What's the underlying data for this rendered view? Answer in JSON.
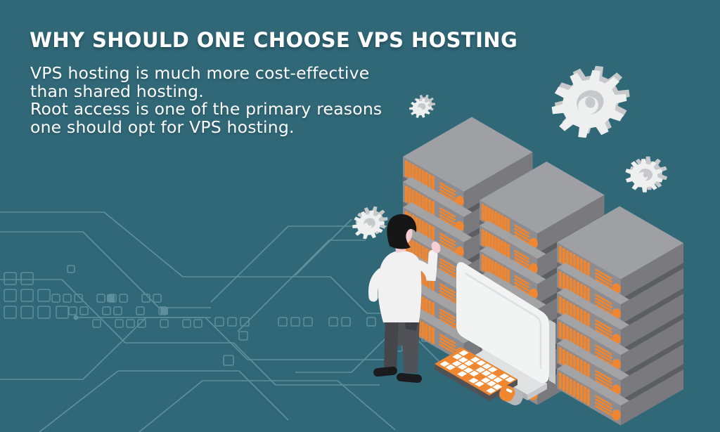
{
  "header": {
    "title": "WHY SHOULD ONE CHOOSE VPS HOSTING",
    "description_lines": [
      "VPS hosting is much more cost-effective",
      "than shared hosting.",
      "Root access is one of the primary reasons",
      "one should opt for VPS hosting."
    ]
  },
  "illustration": {
    "alt": "Isometric illustration: an administrator stands at three stacks of rack servers beside a desktop monitor, keyboard and mouse, with cogwheels floating around and a circuit-board pattern in the background",
    "server_stacks": 3,
    "servers_per_stack": [
      7,
      7,
      6
    ],
    "gears": 4
  },
  "colors": {
    "background": "#306878",
    "text": "#ffffff",
    "accent": "#f0862f",
    "server_front": "#8d8d91",
    "server_side": "#7a7a7e",
    "server_top": "#a3a3a6",
    "server_top_big": "#9fa0a3",
    "server_gap": "#6a6b6f",
    "server_gap_side": "#5d5e62",
    "gear_white": "#eef0f0",
    "gear_shadow": "#c6c8ca",
    "monitor_face": "#f2f3f3",
    "monitor_trim": "#c9cacc",
    "stand": "#e0e1e2",
    "keyboard_base": "#515256",
    "key_white": "#ffffff",
    "mouse_gray": "#b7b8bb",
    "circuit": "#cfe9f1",
    "skin": "#f7cdd5",
    "hair": "#161617",
    "shirt": "#f1f1f2",
    "pants": "#515257",
    "pants_dark": "#454649",
    "shoe": "#1b1b1d"
  }
}
